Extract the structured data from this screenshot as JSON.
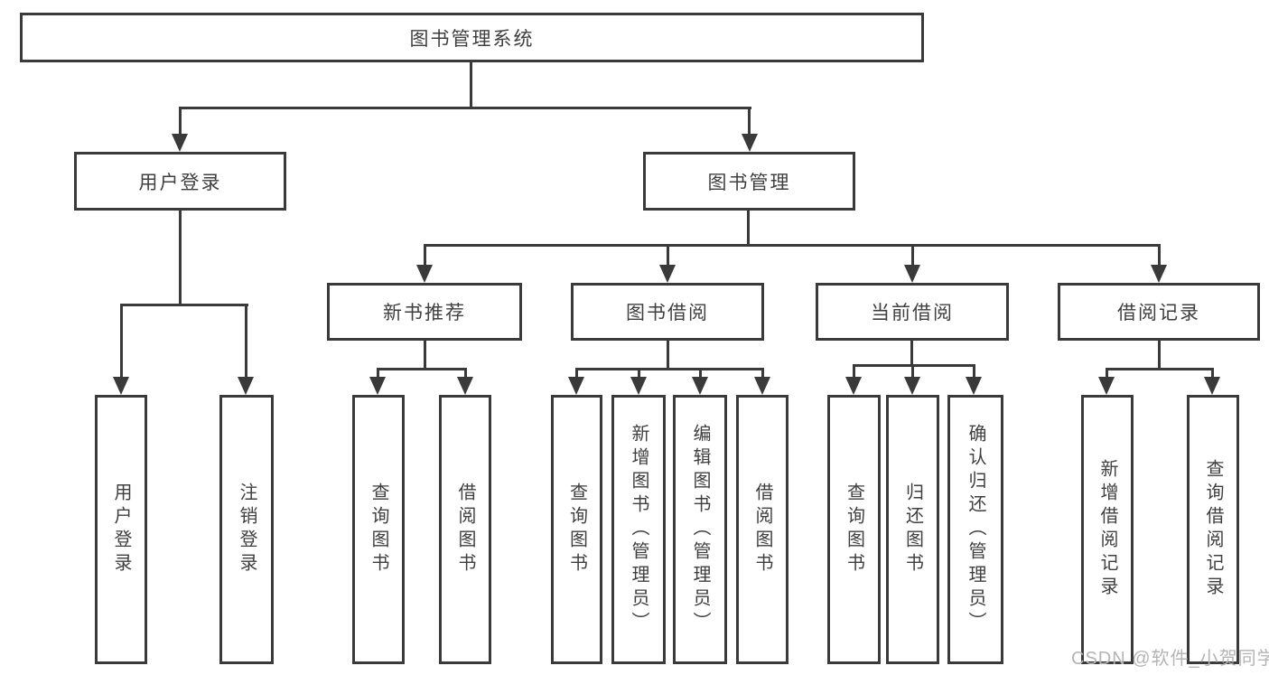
{
  "tree": {
    "root": {
      "label": "图书管理系统"
    },
    "branches": [
      {
        "label": "用户登录",
        "children": [
          {
            "label": "用户登录"
          },
          {
            "label": "注销登录"
          }
        ]
      },
      {
        "label": "图书管理",
        "children": [
          {
            "label": "新书推荐",
            "children": [
              {
                "label": "查询图书"
              },
              {
                "label": "借阅图书"
              }
            ]
          },
          {
            "label": "图书借阅",
            "children": [
              {
                "label": "查询图书"
              },
              {
                "label": "新增图书（管理员）"
              },
              {
                "label": "编辑图书（管理员）"
              },
              {
                "label": "借阅图书"
              }
            ]
          },
          {
            "label": "当前借阅",
            "children": [
              {
                "label": "查询图书"
              },
              {
                "label": "归还图书"
              },
              {
                "label": "确认归还（管理员）"
              }
            ]
          },
          {
            "label": "借阅记录",
            "children": [
              {
                "label": "新增借阅记录"
              },
              {
                "label": "查询借阅记录"
              }
            ]
          }
        ]
      }
    ]
  },
  "watermark": {
    "text": "CSDN @软件_小贺同学"
  },
  "colors": {
    "line": "#3a3a3a",
    "box_border": "#3a3a3a",
    "text": "#3f3f3f",
    "watermark": "#b4b4b4",
    "background": "#ffffff"
  }
}
